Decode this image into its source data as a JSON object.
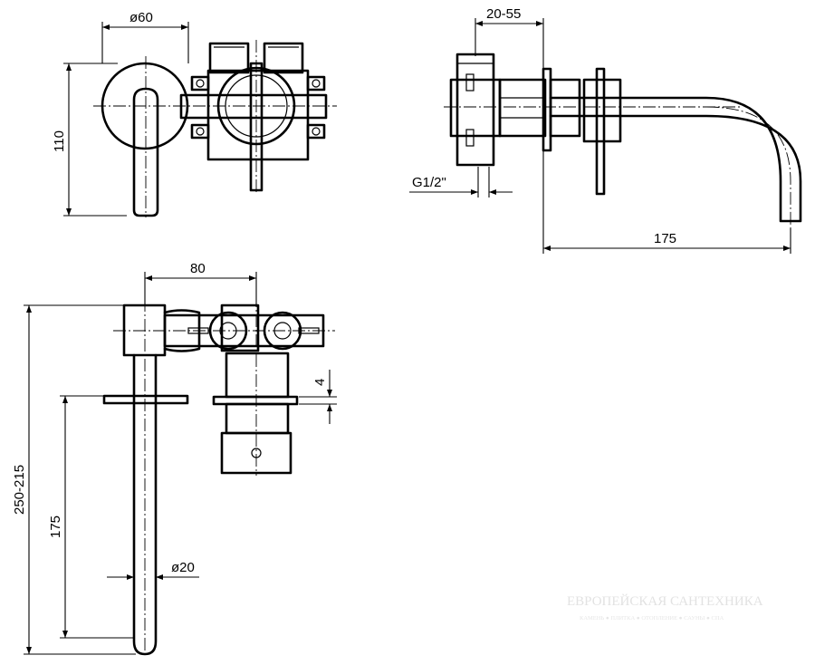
{
  "dimensions": {
    "escutcheon_diameter": "ø60",
    "height": "110",
    "wall_adjust": "20-55",
    "thread": "G1/2\"",
    "spout_projection": "175",
    "center_distance": "80",
    "plate_thickness": "4",
    "total_length": "250-215",
    "spout_length": "175",
    "spout_diameter": "ø20"
  },
  "watermark": {
    "brand": "ЕВРОПЕЙСКАЯ САНТЕХНИКА",
    "tagline": "КАМЕНЬ ● ПЛИТКА ● ОТОПЛЕНИЕ ● САУНЫ ● СПА"
  }
}
